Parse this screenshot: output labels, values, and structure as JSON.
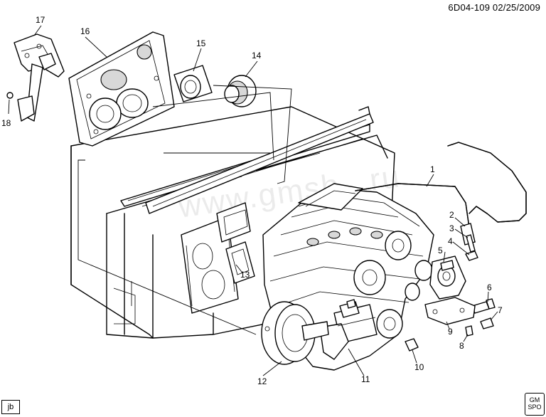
{
  "header": {
    "code_date": "6D04-109  02/25/2009"
  },
  "watermark": "www.gmsh...ru",
  "corner_tag": "jb",
  "logo": {
    "lines": [
      "GM",
      "SPO"
    ]
  },
  "callouts": {
    "c1": "1",
    "c2": "2",
    "c3": "3",
    "c4": "4",
    "c5": "5",
    "c6": "6",
    "c7": "7",
    "c8": "8",
    "c9": "9",
    "c10": "10",
    "c11": "11",
    "c12": "12",
    "c13": "13",
    "c14": "14",
    "c15": "15",
    "c16": "16",
    "c17": "17",
    "c18": "18"
  }
}
